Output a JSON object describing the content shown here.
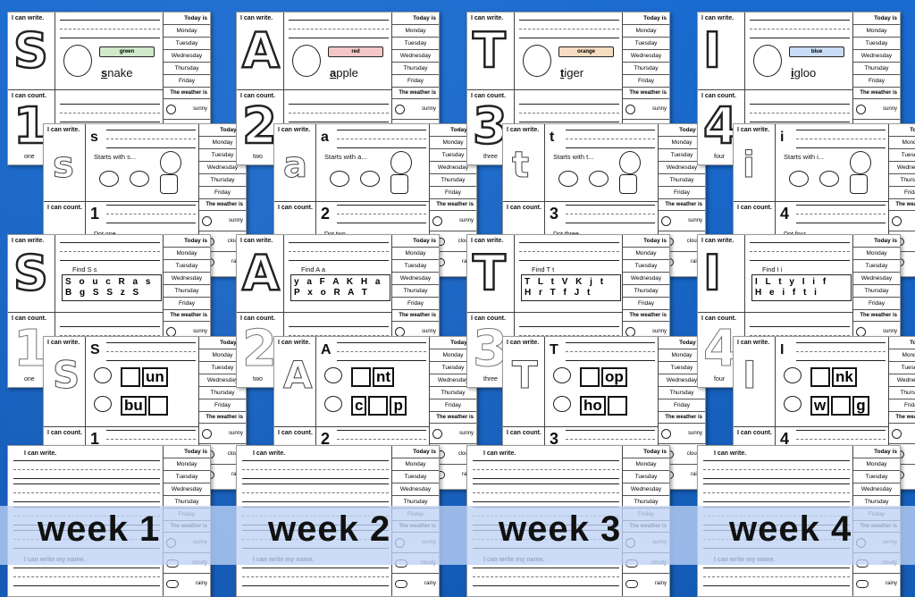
{
  "labels": {
    "write": "I can write.",
    "count": "I can count.",
    "today": "Today is",
    "weather": "The weather is",
    "write_name": "I can write my name."
  },
  "days": [
    "Monday",
    "Tuesday",
    "Wednesday",
    "Thursday",
    "Friday"
  ],
  "weather_options": [
    "sunny",
    "cloudy",
    "rainy"
  ],
  "weeks": [
    {
      "label": "week 1",
      "letter": "S",
      "lower": "s",
      "upper": "S",
      "number": "1",
      "word_first": "s",
      "word_rest": "nake",
      "color": "green",
      "number_word": "one",
      "starts_with": "Starts with s...",
      "find": "Find S s",
      "find_row1": "S o u c R a s",
      "find_row2": "B g S S z S",
      "dot": "Dot one",
      "cvc": [
        {
          "pre": "",
          "post": "un"
        },
        {
          "pre": "bu",
          "post": ""
        }
      ]
    },
    {
      "label": "week 2",
      "letter": "a",
      "lower": "a",
      "upper": "A",
      "number": "2",
      "word_first": "a",
      "word_rest": "pple",
      "color": "red",
      "number_word": "two",
      "starts_with": "Starts with a...",
      "find": "Find A a",
      "find_row1": "y a F A K H a",
      "find_row2": "P x o R A T",
      "dot": "Dot two",
      "cvc": [
        {
          "pre": "",
          "post": "nt"
        },
        {
          "pre": "c",
          "post": "p"
        }
      ]
    },
    {
      "label": "week 3",
      "letter": "t",
      "lower": "t",
      "upper": "T",
      "number": "3",
      "word_first": "t",
      "word_rest": "iger",
      "color": "orange",
      "number_word": "three",
      "starts_with": "Starts with t...",
      "find": "Find T t",
      "find_row1": "T L t V K j t",
      "find_row2": "H r T f J t",
      "dot": "Dot three",
      "cvc": [
        {
          "pre": "",
          "post": "op"
        },
        {
          "pre": "ho",
          "post": ""
        }
      ]
    },
    {
      "label": "week 4",
      "letter": "i",
      "lower": "i",
      "upper": "I",
      "number": "4",
      "word_first": "i",
      "word_rest": "gloo",
      "color": "blue",
      "number_word": "four",
      "starts_with": "Starts with i...",
      "find": "Find I i",
      "find_row1": "I L t y I i f",
      "find_row2": "H e i f t i",
      "dot": "Dot four",
      "cvc": [
        {
          "pre": "",
          "post": "nk"
        },
        {
          "pre": "w",
          "post": "g"
        }
      ]
    }
  ],
  "colors": {
    "background": "#1766c9",
    "banner": "#c4d6f5"
  }
}
